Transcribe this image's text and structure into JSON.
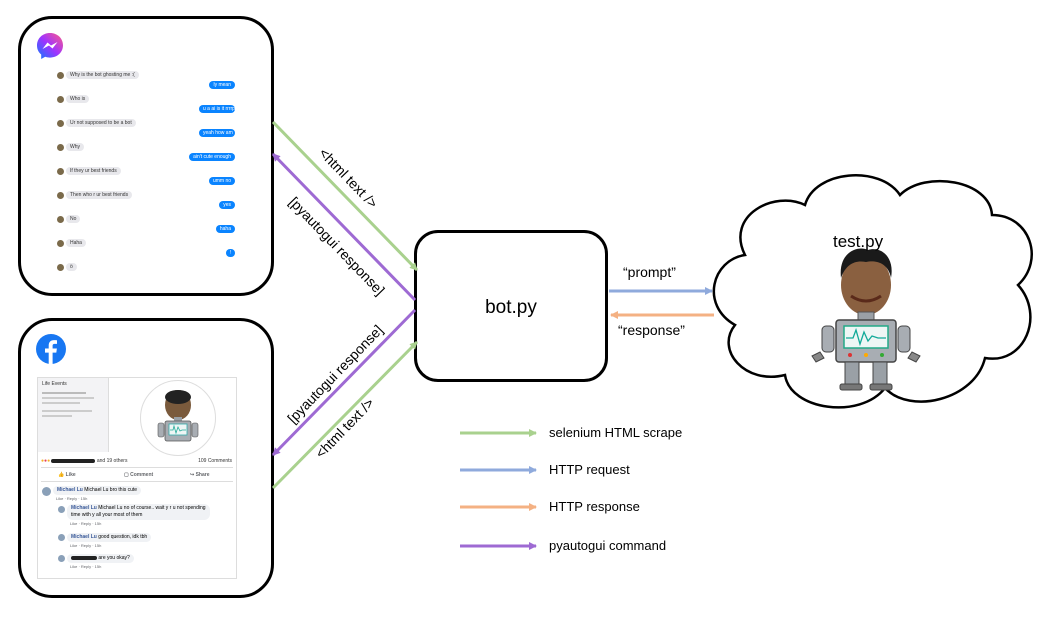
{
  "nodes": {
    "bot": {
      "label": "bot.py"
    },
    "test": {
      "label": "test.py"
    }
  },
  "edges": {
    "messenger_html": {
      "label": "<html text />"
    },
    "messenger_pyautogui": {
      "label": "[pyautogui response]"
    },
    "facebook_pyautogui": {
      "label": "[pyautogui response]"
    },
    "facebook_html": {
      "label": "<html text />"
    },
    "prompt": {
      "label": "“prompt”"
    },
    "response": {
      "label": "“response”"
    }
  },
  "legend": [
    {
      "label": "selenium HTML scrape",
      "color": "#a9d18e"
    },
    {
      "label": "HTTP request",
      "color": "#8faadc"
    },
    {
      "label": "HTTP response",
      "color": "#f4b183"
    },
    {
      "label": "pyautogui command",
      "color": "#9e6ad3"
    }
  ],
  "icons": {
    "messenger": "messenger-logo-icon",
    "facebook": "facebook-logo-icon",
    "robot": "robot-icon"
  },
  "messenger": {
    "incoming": [
      "Why is the bot ghosting me :(",
      "Who is",
      "Ur not supposed to be a bot",
      "Why",
      "If they ur best friends",
      "Then who r ur best friends",
      "No",
      "Haha",
      "ö"
    ],
    "outgoing": [
      "ly mean",
      "u a ai is it rrrrp",
      "yeah how am",
      "ain't cute enough",
      "umm no",
      "yes",
      "haha",
      "!"
    ]
  },
  "facebook": {
    "page_name": "Life Events",
    "reactions": "and 19 others",
    "comments_count": "109 Comments",
    "actions": [
      "Like",
      "Comment",
      "Share"
    ],
    "comments": [
      {
        "author": "Michael Lu",
        "text": "Michael Lu bro this cute",
        "meta": "Like · Reply · 15h"
      },
      {
        "author": "Michael Lu",
        "text": "Michael Lu no of course.. wait y r u not spending",
        "text2": "time with y all your most of them",
        "meta": "Like · Reply · 15h"
      },
      {
        "author": "Michael Lu",
        "text": "good question, idk tbh",
        "meta": "Like · Reply · 15h"
      },
      {
        "author": "",
        "text": "are you okay?",
        "meta": "Like · Reply · 15h"
      }
    ]
  }
}
